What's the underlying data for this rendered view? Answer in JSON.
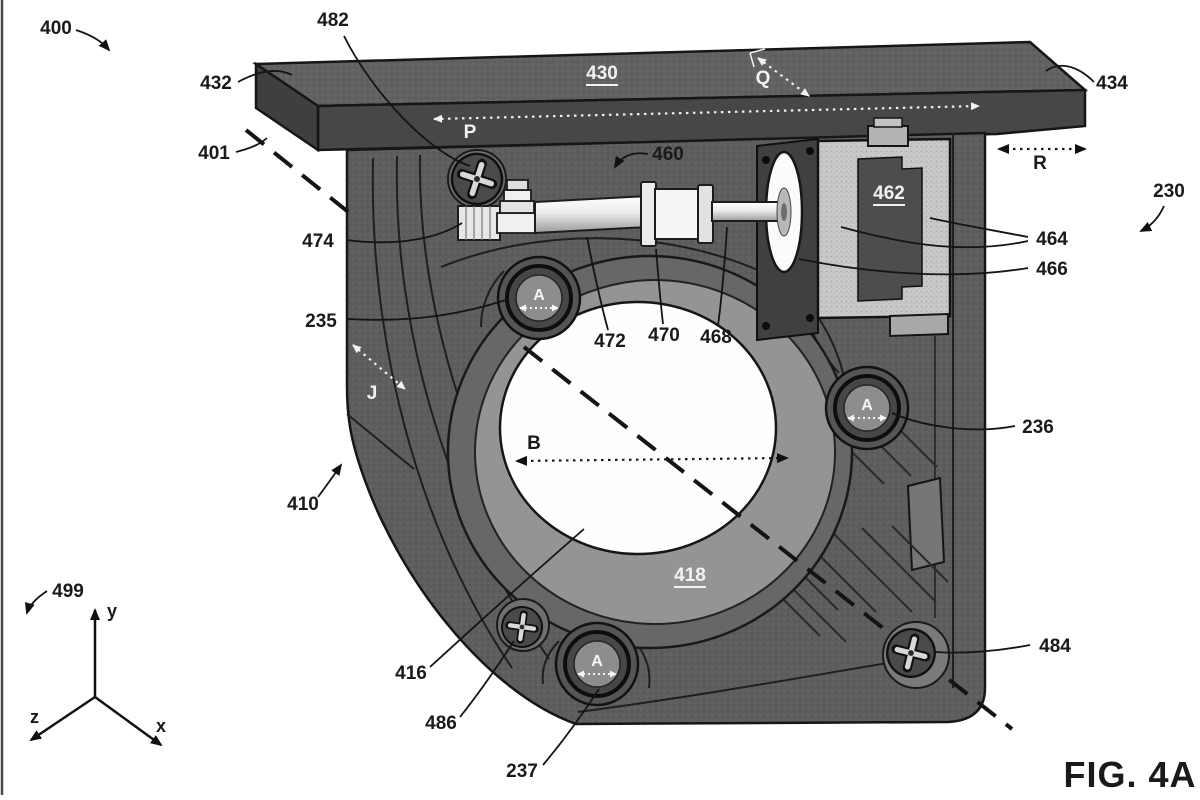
{
  "figure": {
    "caption": "FIG. 4A",
    "callouts": {
      "n400": "400",
      "n401": "401",
      "n410": "410",
      "n416": "416",
      "n418": "418",
      "n230": "230",
      "n235": "235",
      "n236": "236",
      "n237": "237",
      "n430": "430",
      "n432": "432",
      "n434": "434",
      "n460": "460",
      "n462": "462",
      "n464": "464",
      "n466": "466",
      "n468": "468",
      "n470": "470",
      "n472": "472",
      "n474": "474",
      "n482": "482",
      "n484": "484",
      "n486": "486",
      "n499": "499"
    },
    "dimensions": {
      "p": "P",
      "q": "Q",
      "r": "R",
      "j": "J",
      "b": "B",
      "a": "A"
    },
    "axes": {
      "x": "x",
      "y": "y",
      "z": "z"
    }
  }
}
